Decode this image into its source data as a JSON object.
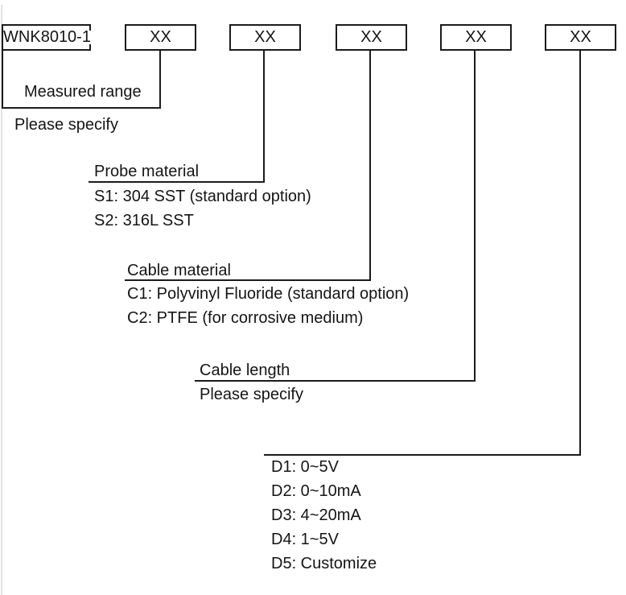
{
  "diagram": {
    "model_number": "WNK8010-1",
    "code_placeholder": "XX",
    "ink_color": "#1b1b1b",
    "sections": [
      {
        "name": "measured-range",
        "title": "Measured range",
        "options": [
          "Please specify"
        ]
      },
      {
        "name": "probe-material",
        "title": "Probe material",
        "options": [
          "S1: 304 SST (standard option)",
          "S2: 316L SST"
        ]
      },
      {
        "name": "cable-material",
        "title": "Cable material",
        "options": [
          "C1: Polyvinyl Fluoride (standard option)",
          "C2: PTFE (for corrosive medium)"
        ]
      },
      {
        "name": "cable-length",
        "title": "Cable length",
        "options": [
          "Please specify"
        ]
      },
      {
        "name": "output-signal",
        "options": [
          "D1: 0~5V",
          "D2: 0~10mA",
          "D3: 4~20mA",
          "D4: 1~5V",
          "D5: Customize"
        ]
      }
    ]
  }
}
